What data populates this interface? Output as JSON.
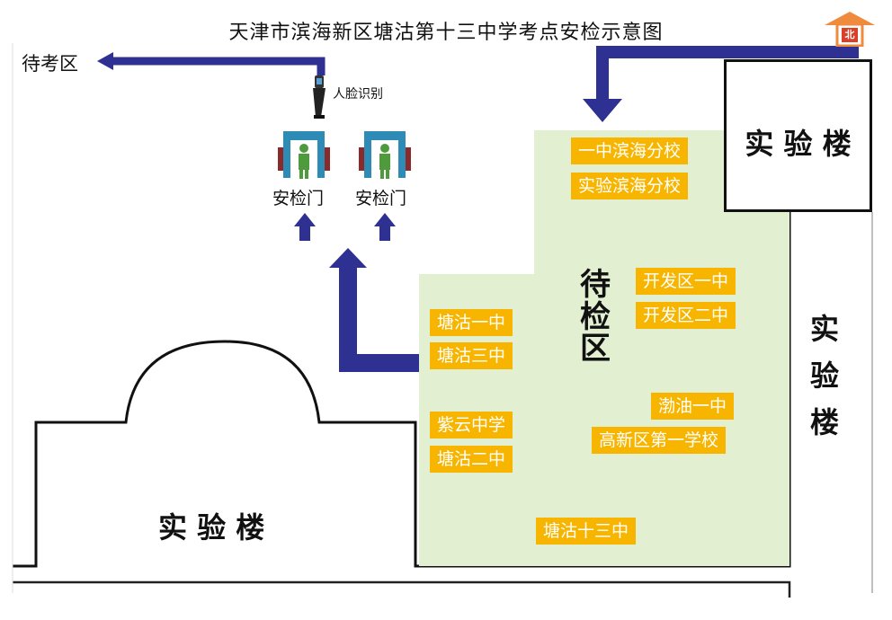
{
  "title": "天津市滨海新区塘沽第十三中学考点安检示意图",
  "north_label": "北",
  "waiting_exam_area": "待考区",
  "face_recognition": "人脸识别",
  "gates": [
    "安检门",
    "安检门"
  ],
  "waiting_check_area": [
    "待",
    "检",
    "区"
  ],
  "buildings": {
    "top_right": "实 验 楼",
    "right": [
      "实",
      "验",
      "楼"
    ],
    "left": "实 验 楼"
  },
  "schools": [
    "一中滨海分校",
    "实验滨海分校",
    "开发区一中",
    "开发区二中",
    "塘沽一中",
    "塘沽三中",
    "紫云中学",
    "塘沽二中",
    "渤油一中",
    "高新区第一学校",
    "塘沽十三中"
  ],
  "colors": {
    "arrow": "#2e3192",
    "zone": "#e2efd1",
    "label_bg": "#f7b500",
    "north_red": "#d9402a",
    "north_orange": "#f08a3c"
  }
}
